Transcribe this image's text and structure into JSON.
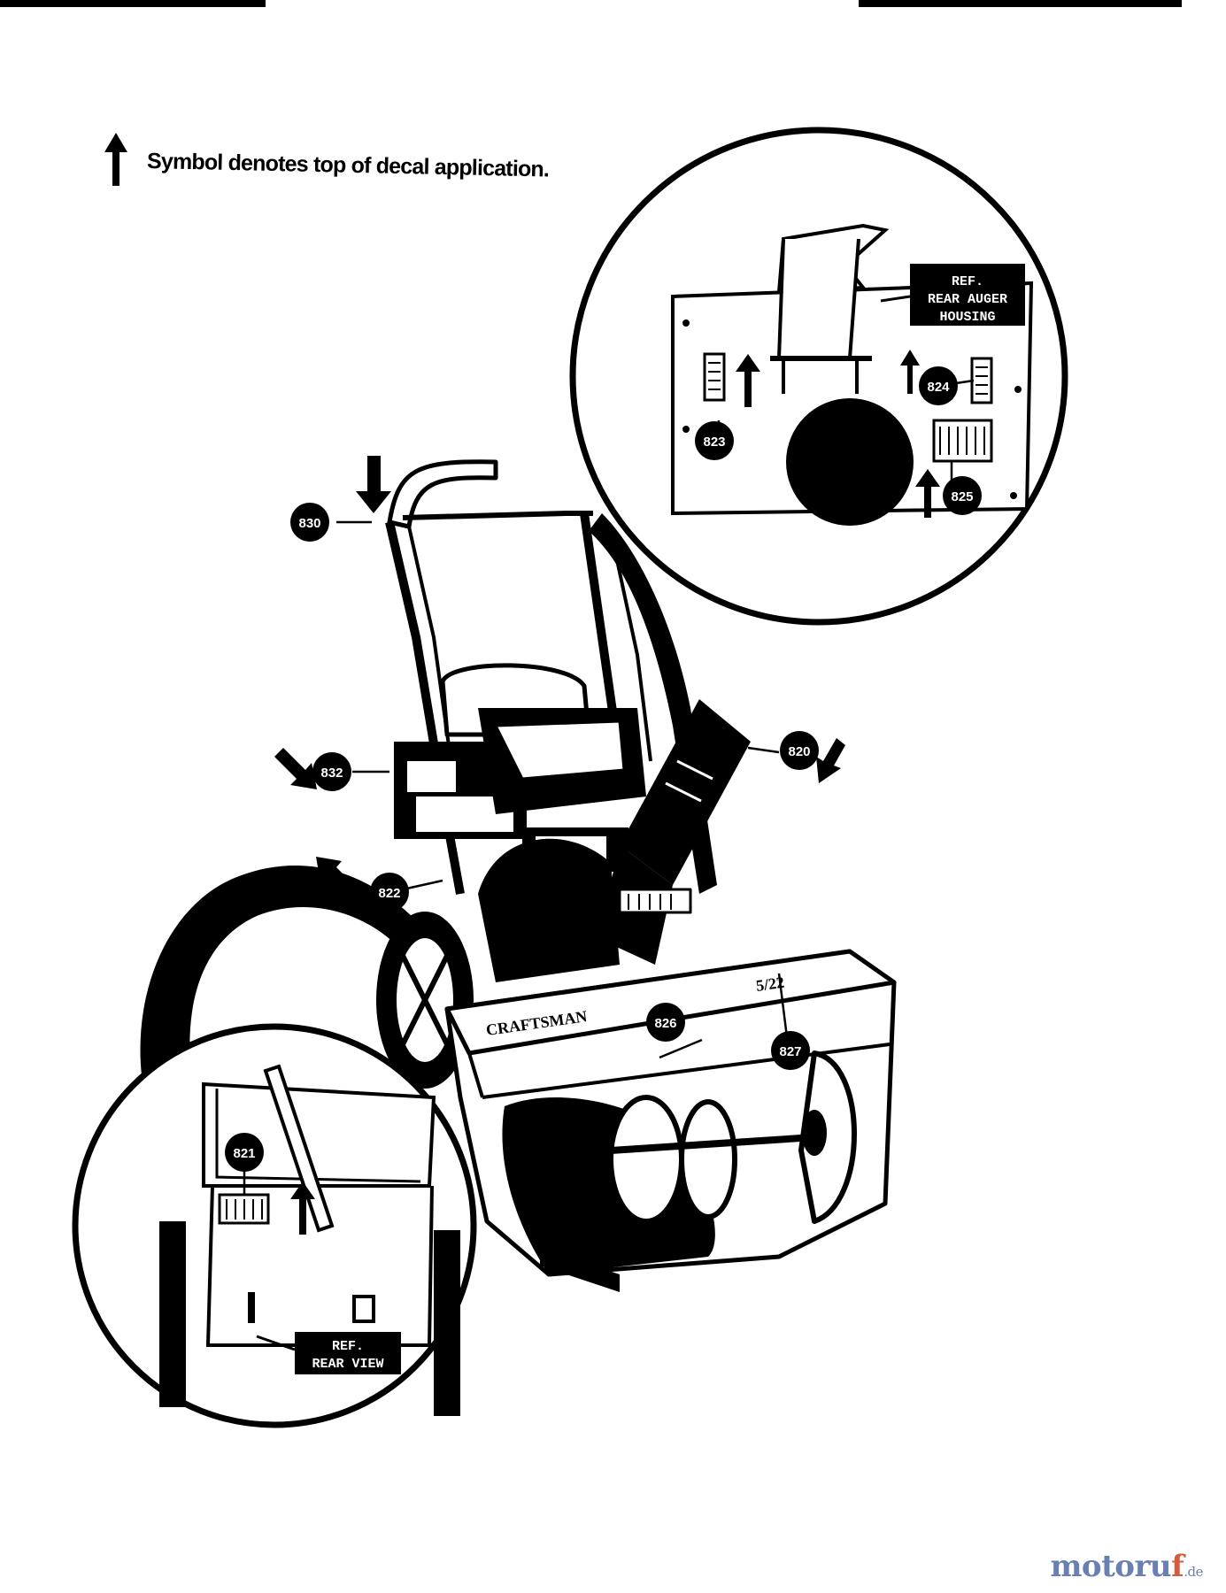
{
  "legend": {
    "text": "Symbol denotes top of decal application."
  },
  "callouts": {
    "c830": "830",
    "c832": "832",
    "c822": "822",
    "c820": "820",
    "c826": "826",
    "c827": "827",
    "c821": "821",
    "c823": "823",
    "c824": "824",
    "c825": "825"
  },
  "labels": {
    "brand": "CRAFTSMAN",
    "model": "5/22",
    "ref_rear_auger_housing": [
      "REF.",
      "REAR AUGER",
      "HOUSING"
    ],
    "ref_rear_view": [
      "REF.",
      "REAR VIEW"
    ]
  },
  "watermark": {
    "main": "motoru",
    "accent": "f",
    "tld": ".de"
  },
  "colors": {
    "ink": "#000000",
    "paper": "#ffffff",
    "watermark_blue": "#6a7fb4",
    "watermark_orange": "#d85a3c"
  }
}
